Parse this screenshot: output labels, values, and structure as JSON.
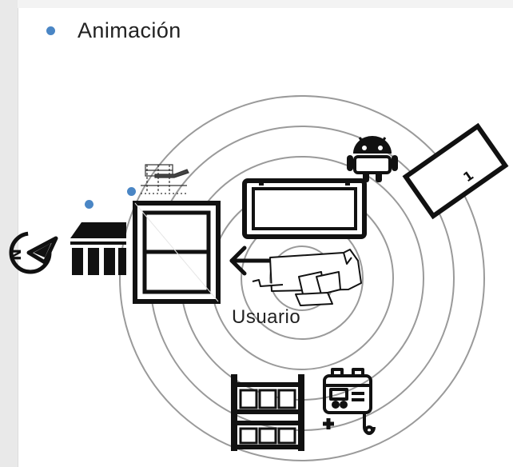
{
  "slide": {
    "bullet_text": "Animación",
    "user_label": "Usuario",
    "phone_badge": "1",
    "accent_color": "#4a86c5"
  },
  "icons": [
    "compass-icon",
    "market-stall-icon",
    "window-icon",
    "laptop-icon",
    "monitor-icon",
    "android-robot-icon",
    "smartphone-icon",
    "hand-with-card-icon",
    "arrow-left-icon",
    "server-rack-icon",
    "medical-device-icon"
  ]
}
